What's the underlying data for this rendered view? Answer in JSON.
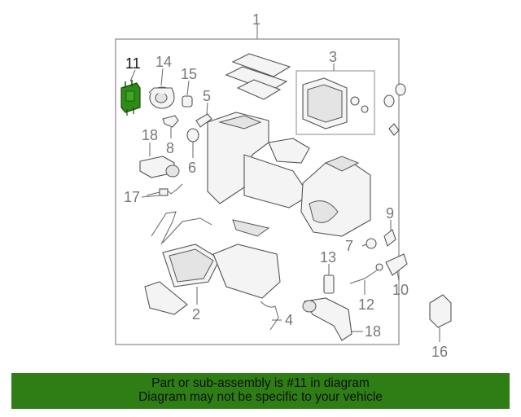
{
  "callouts": {
    "n1": "1",
    "n2": "2",
    "n3": "3",
    "n4": "4",
    "n5": "5",
    "n6": "6",
    "n7": "7",
    "n8": "8",
    "n9": "9",
    "n10": "10",
    "n11": "11",
    "n12": "12",
    "n13": "13",
    "n14": "14",
    "n15": "15",
    "n16": "16",
    "n17": "17",
    "n18a": "18",
    "n18b": "18"
  },
  "highlight": {
    "part_number": "11",
    "color": "#2e8b1a"
  },
  "banner": {
    "line1": "Part or sub-assembly is #11 in diagram",
    "line2": "Diagram may not be specific to your vehicle",
    "background": "#2e7d15"
  }
}
